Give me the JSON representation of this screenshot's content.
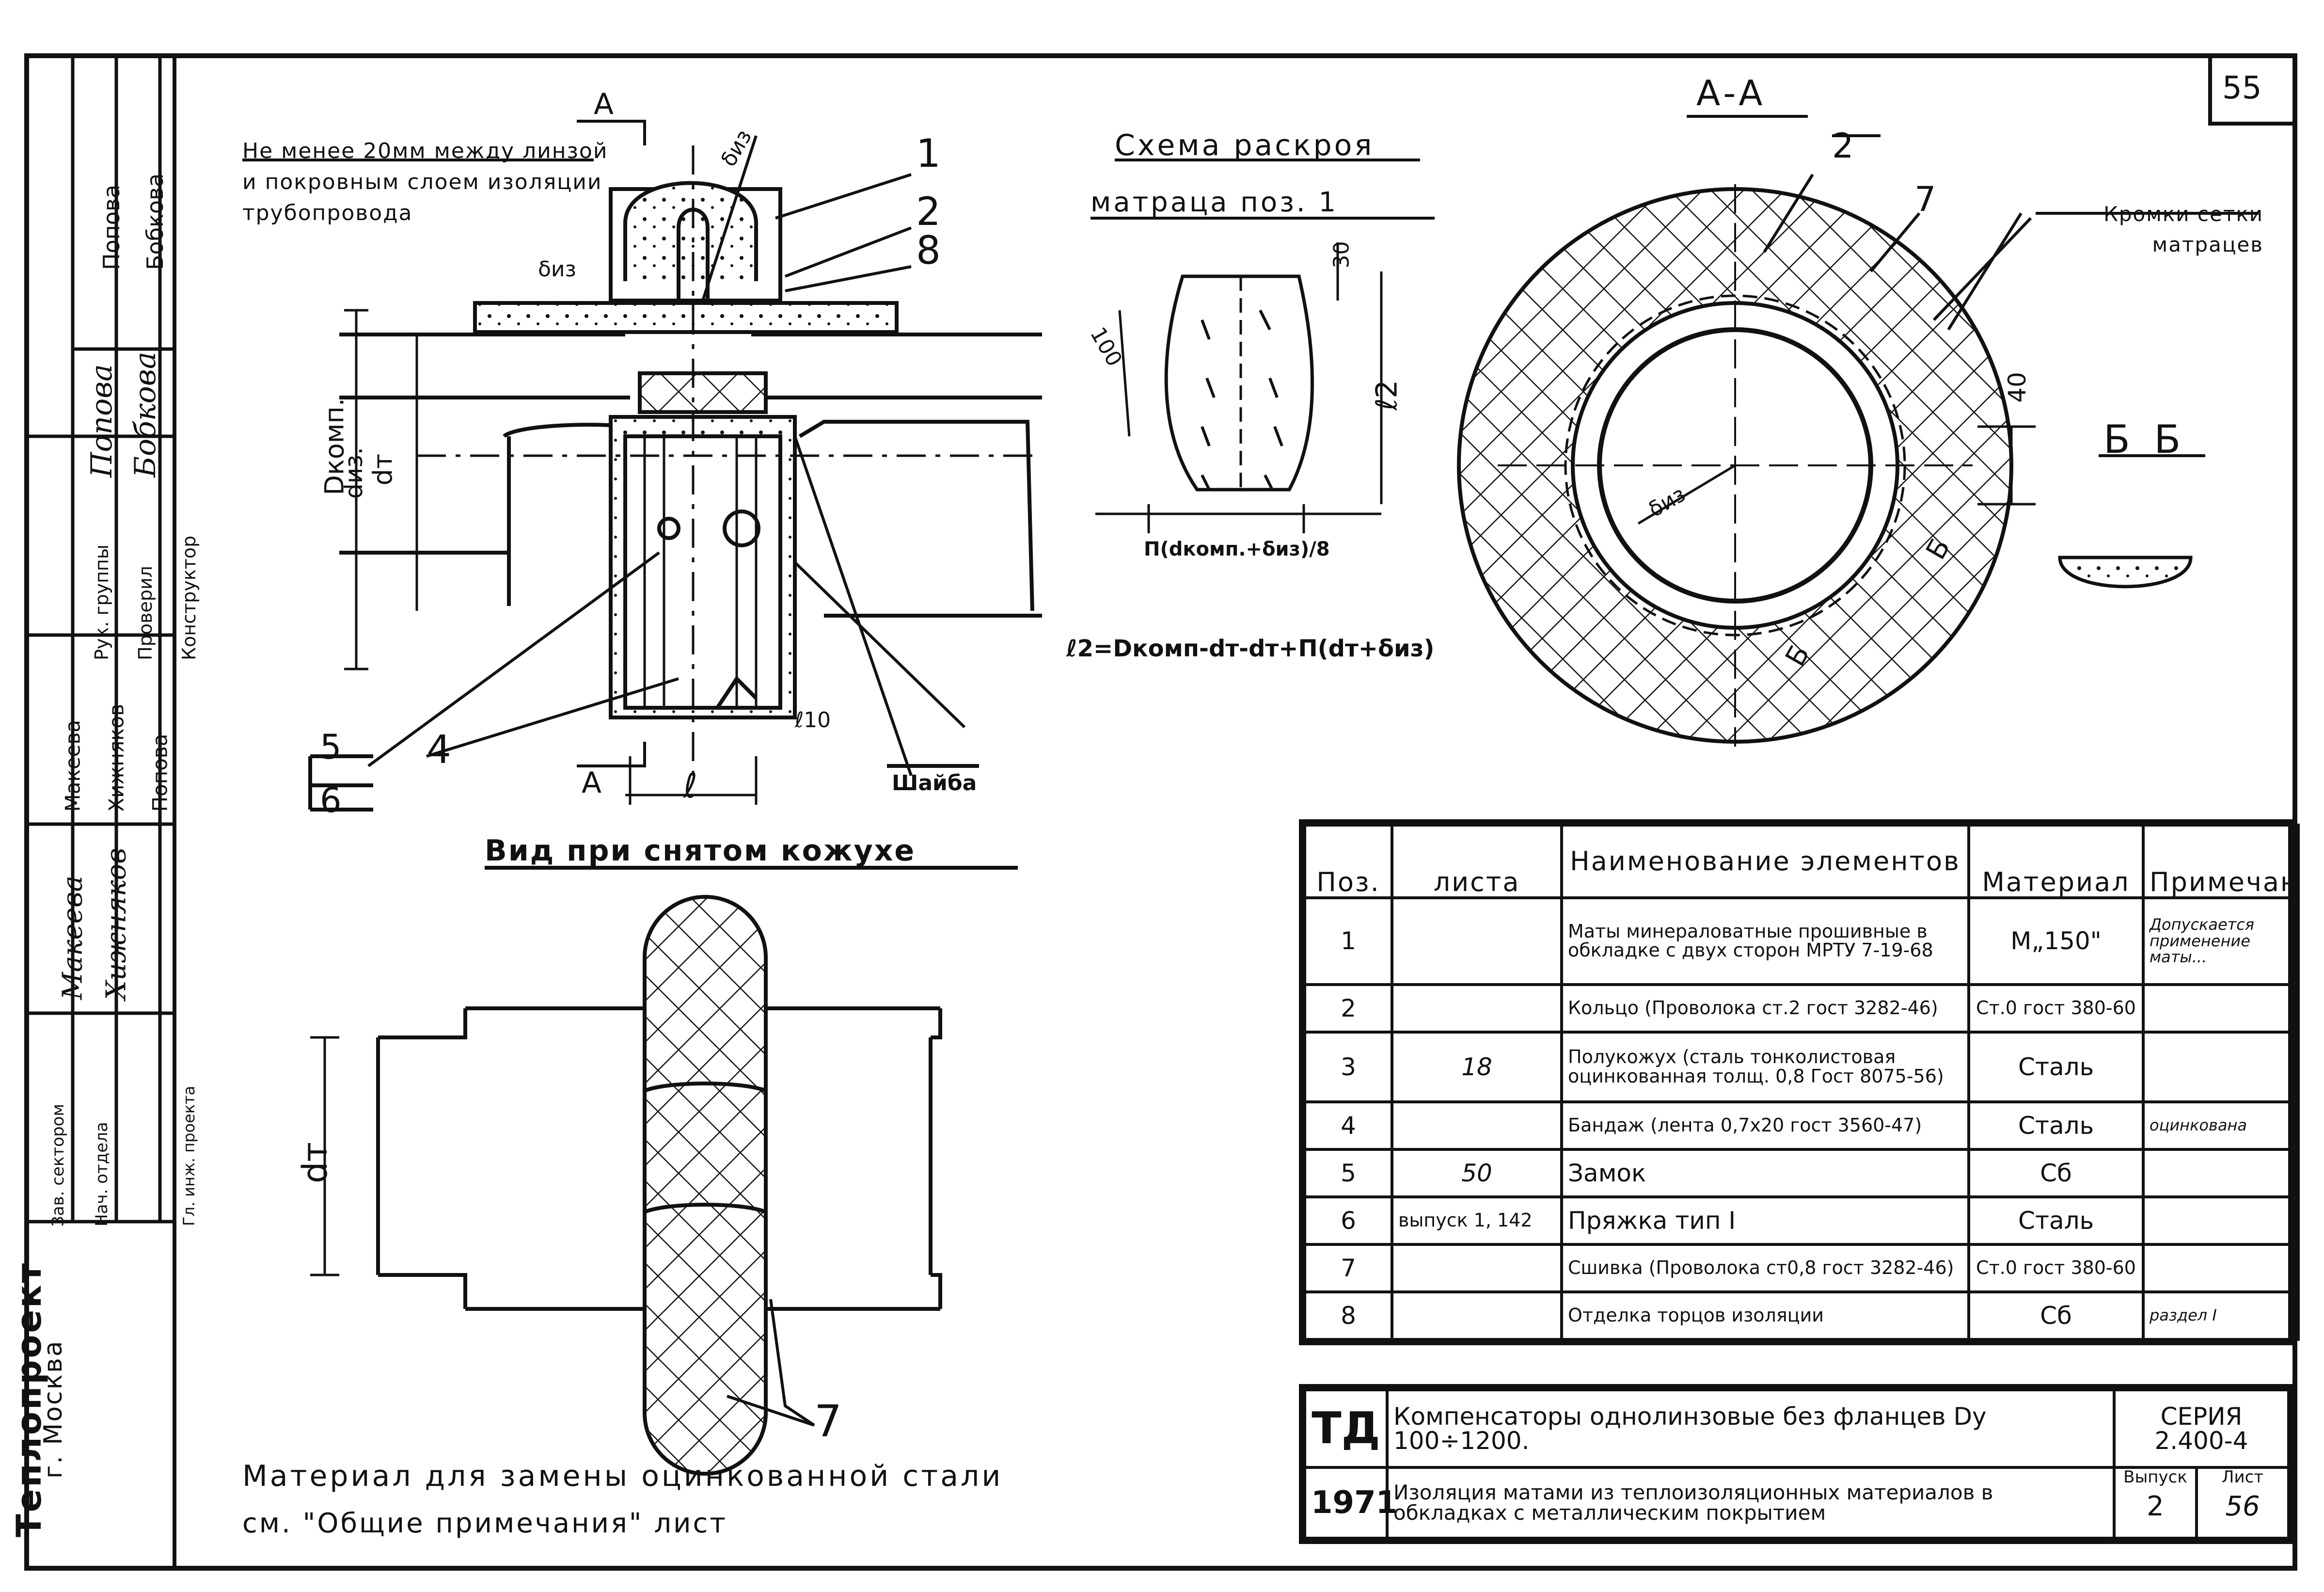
{
  "page_number": "55",
  "left_strip": {
    "org": "Теплопроект",
    "city": "г. Москва",
    "roles": [
      "Рук. группы",
      "Проверил",
      "Конструктор",
      "Нач. отдела",
      "Гл. инж. проекта",
      "Зав. сектором"
    ],
    "names": [
      "Попова",
      "Бобкова",
      "Макеева",
      "Хижняков",
      "Попова"
    ],
    "signatures": [
      "Попова",
      "Бобкова",
      "Макеева",
      "Хижняков"
    ]
  },
  "main_drawing": {
    "note": "Не менее 20мм между линзой и покровным слоем изоляции трубопровода",
    "section_mark": "А",
    "labels": [
      "1",
      "2",
      "8",
      "5",
      "6",
      "4"
    ],
    "dim_labels": [
      "Dкомп.",
      "dиз.",
      "dт",
      "δиз",
      "δиз",
      "ℓ",
      "ℓ10"
    ],
    "lower_marker": "Шайба"
  },
  "cut_scheme": {
    "title": "Схема раскроя",
    "subtitle": "матраца поз. 1",
    "dims": [
      "30",
      "100",
      "ℓ2",
      "П(dкомп.+δиз)/8"
    ],
    "formula": "ℓ2=Dкомп-dт-dт+П(dт+δиз)"
  },
  "section_aa": {
    "title": "А-А",
    "labels": [
      "2",
      "7"
    ],
    "note": "Кромки сетки матрацев",
    "dims": [
      "40",
      "δиз",
      "Б"
    ]
  },
  "section_bb": {
    "title": "Б Б"
  },
  "view_title": "Вид при снятом кожухе",
  "view_labels": [
    "dт",
    "7"
  ],
  "footer_note_1": "Материал для замены оцинкованной стали",
  "footer_note_2": "см. \"Общие примечания\" лист",
  "table": {
    "headers": {
      "pos": "Поз.",
      "sheet": "листа",
      "name": "Наименование элементов",
      "material": "Материал",
      "note": "Примечан."
    },
    "rows": [
      {
        "pos": "1",
        "sheet": "",
        "name": "Маты минераловатные прошивные в обкладке с двух сторон МРТУ 7-19-68",
        "material": "М„150\"",
        "note": "Допускается применение маты..."
      },
      {
        "pos": "2",
        "sheet": "",
        "name": "Кольцо (Проволока ст.2 гост 3282-46)",
        "material": "Ст.0 гост 380-60",
        "note": ""
      },
      {
        "pos": "3",
        "sheet": "18",
        "name": "Полукожух (сталь тонколистовая оцинкованная толщ. 0,8 Гост 8075-56)",
        "material": "Сталь",
        "note": ""
      },
      {
        "pos": "4",
        "sheet": "",
        "name": "Бандаж (лента 0,7х20 гост 3560-47)",
        "material": "Сталь",
        "note": "оцинкована"
      },
      {
        "pos": "5",
        "sheet": "50",
        "name": "Замок",
        "material": "Сб",
        "note": ""
      },
      {
        "pos": "6",
        "sheet": "выпуск 1, 142",
        "name": "Пряжка тип I",
        "material": "Сталь",
        "note": ""
      },
      {
        "pos": "7",
        "sheet": "",
        "name": "Сшивка (Проволока ст0,8 гост 3282-46)",
        "material": "Ст.0 гост 380-60",
        "note": ""
      },
      {
        "pos": "8",
        "sheet": "",
        "name": "Отделка торцов изоляции",
        "material": "Сб",
        "note": "раздел I"
      }
    ]
  },
  "stamp": {
    "td": "ТД",
    "year": "1971",
    "title1": "Компенсаторы однолинзовые без фланцев Dу 100÷1200.",
    "title2": "Изоляция матами из теплоизоляционных материалов в обкладках с металлическим покрытием",
    "series_label": "СЕРИЯ",
    "series": "2.400-4",
    "issue_label": "Выпуск",
    "issue": "2",
    "sheet_label": "Лист",
    "sheet": "56"
  },
  "colors": {
    "ink": "#111111",
    "paper": "#ffffff"
  }
}
